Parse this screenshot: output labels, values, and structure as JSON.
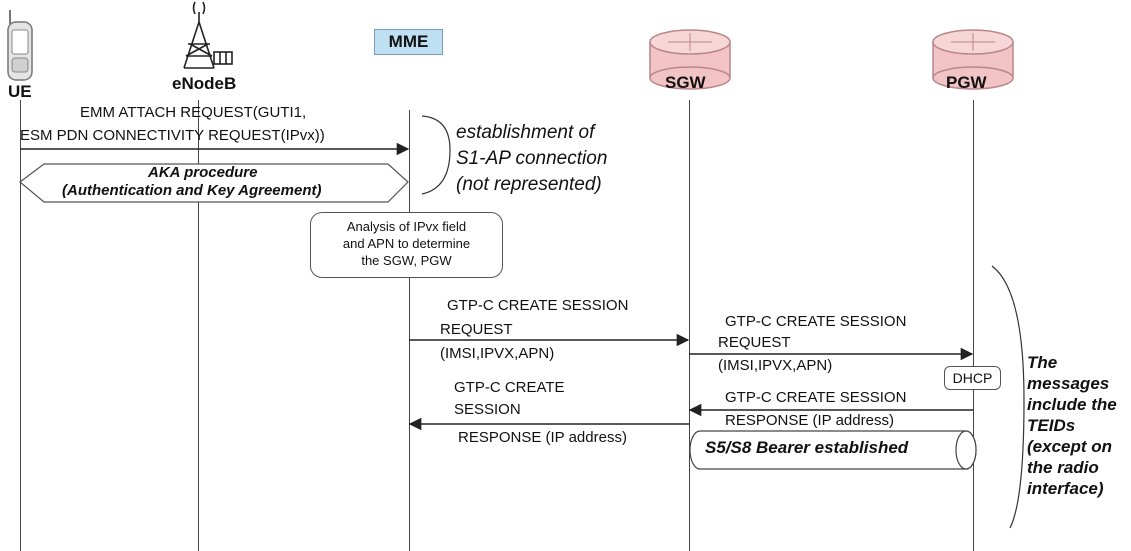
{
  "entities": {
    "ue": "UE",
    "enodeb": "eNodeB",
    "mme": "MME",
    "sgw": "SGW",
    "pgw": "PGW"
  },
  "messages": {
    "attach_line1": "EMM ATTACH REQUEST(GUTI1,",
    "attach_line2": "ESM PDN CONNECTIVITY REQUEST(IPvx))",
    "aka_title": "AKA procedure",
    "aka_subtitle": "(Authentication and Key Agreement)",
    "s1ap_note_line1": "establishment of",
    "s1ap_note_line2": "S1-AP connection",
    "s1ap_note_line3": "(not represented)",
    "analysis_line1": "Analysis of IPvx field",
    "analysis_line2": "and APN to determine",
    "analysis_line3": "the SGW, PGW",
    "create_req_mme_line1": "GTP-C CREATE SESSION",
    "create_req_mme_line2": "REQUEST",
    "create_req_mme_line3": "(IMSI,IPVX,APN)",
    "create_req_sgw_line1": "GTP-C CREATE SESSION",
    "create_req_sgw_line2": "REQUEST",
    "create_req_sgw_line3": "(IMSI,IPVX,APN)",
    "dhcp": "DHCP",
    "create_resp_pgw_line1": "GTP-C CREATE SESSION",
    "create_resp_pgw_line2": "RESPONSE (IP address)",
    "create_resp_sgw_line1": "GTP-C CREATE",
    "create_resp_sgw_line2": "SESSION",
    "create_resp_sgw_line3": "RESPONSE (IP address)",
    "bearer": "S5/S8 Bearer established",
    "teid_note": "The messages include the TEIDs (except on the radio interface)"
  },
  "colors": {
    "mme_box": "#bfe0f2",
    "gateway_fill": "#f3c4c6",
    "gateway_stroke": "#b9878a"
  },
  "icons": [
    "phone-icon",
    "antenna-tower-icon",
    "router-cylinder-icon"
  ]
}
